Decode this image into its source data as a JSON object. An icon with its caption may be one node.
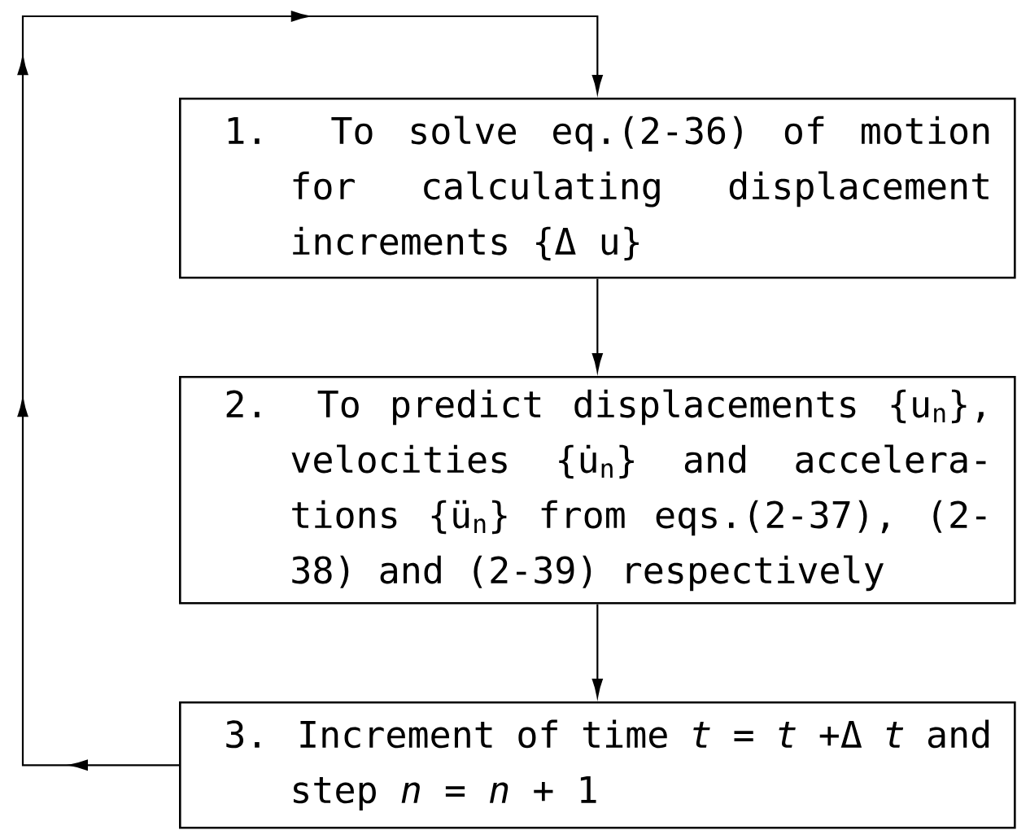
{
  "diagram": {
    "nodes": [
      {
        "text": [
          "1. To solve eq.(2-36) of motion for calculating displacement increments {Δ u}"
        ]
      },
      {
        "text": [
          "2. To predict displacements {u$_{n}$}, velocities {u̇$_{n}$} and accelera-tions {ü$_{n}$} from eqs.(2-37), (2-38) and (2-39) respectively"
        ]
      },
      {
        "text": [
          "3. Increment of time *t* = *t* +Δ *t* and step *n* = *n* + 1"
        ]
      }
    ],
    "edges": [
      {
        "from": 0,
        "to": 1,
        "arrow": "to"
      },
      {
        "from": 1,
        "to": 2,
        "arrow": "to"
      },
      {
        "from": 2,
        "to": 0,
        "arrow": "to"
      }
    ]
  }
}
